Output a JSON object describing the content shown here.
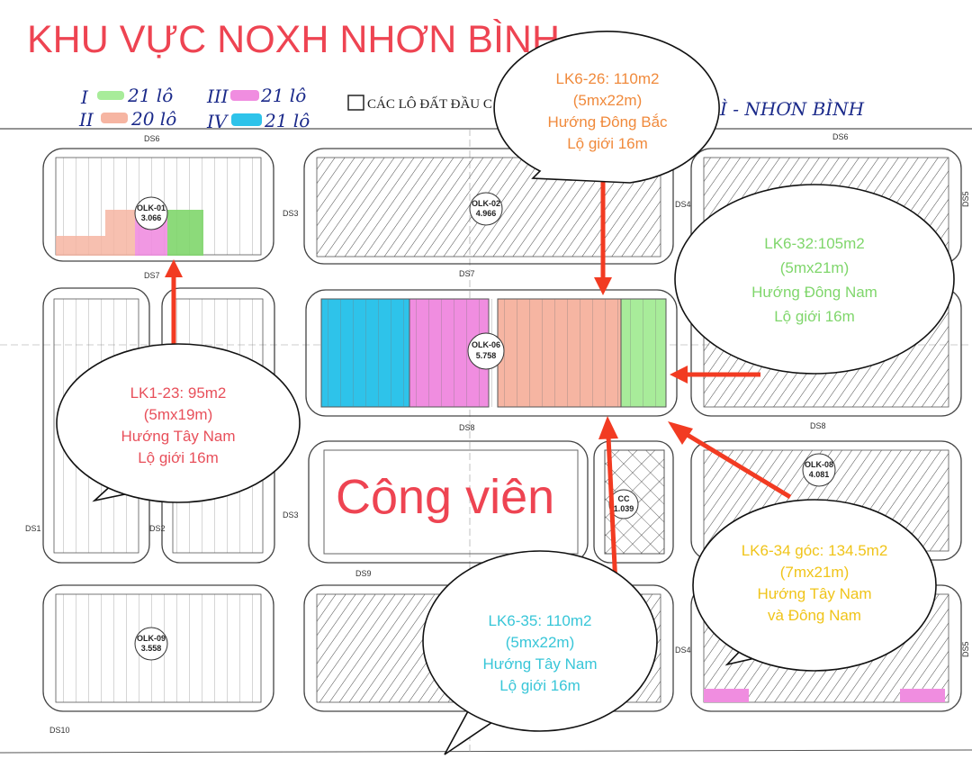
{
  "title": "KHU VỰC NOXH NHƠN BÌNH",
  "legend": [
    {
      "roman": "I",
      "color": "#a8ec9a",
      "count": "21 lô"
    },
    {
      "roman": "II",
      "color": "#f6b5a2",
      "count": "20 lô"
    },
    {
      "roman": "III",
      "color": "#f08de0",
      "count": "21 lô"
    },
    {
      "roman": "IV",
      "color": "#2ec3ea",
      "count": "21 lô"
    }
  ],
  "legend_note": "CÁC LÔ ĐẤT ĐẦU C",
  "handwritten_area": "Ì - NHƠN BÌNH",
  "roads": [
    "DS6",
    "DS6",
    "DS7",
    "DS7",
    "DS8",
    "DS8",
    "DS9",
    "DS10",
    "DS1",
    "DS2",
    "DS3",
    "DS3",
    "DS4",
    "DS4",
    "DS5",
    "DS5"
  ],
  "blocks": [
    {
      "code": "OLK-01",
      "area": "3.066"
    },
    {
      "code": "OLK-02",
      "area": "4.966"
    },
    {
      "code": "OLK-06",
      "area": "5.758"
    },
    {
      "code": "OLK-08",
      "area": "4.081"
    },
    {
      "code": "OLK-09",
      "area": "3.558"
    },
    {
      "code": "CC",
      "area": "1.039"
    }
  ],
  "park_label": "Công viên",
  "callouts": [
    {
      "lines": [
        "LK6-26: 110m2",
        "(5mx22m)",
        "Hướng Đông Bắc",
        "Lộ giới 16m"
      ],
      "color": "#f08a3c"
    },
    {
      "lines": [
        "LK6-32:105m2",
        "(5mx21m)",
        "Hướng Đông Nam",
        "Lộ giới 16m"
      ],
      "color": "#7fd66b"
    },
    {
      "lines": [
        "LK1-23: 95m2",
        "(5mx19m)",
        "Hướng Tây Nam",
        "Lộ giới 16m"
      ],
      "color": "#e8505b"
    },
    {
      "lines": [
        "LK6-34 góc: 134.5m2",
        "(7mx21m)",
        "Hướng Tây Nam",
        "và Đông Nam"
      ],
      "color": "#f0c419"
    },
    {
      "lines": [
        "LK6-35: 110m2",
        "(5mx22m)",
        "Hướng Tây Nam",
        "Lộ giới 16m"
      ],
      "color": "#38c6d8"
    }
  ],
  "accent": "#f23b22"
}
